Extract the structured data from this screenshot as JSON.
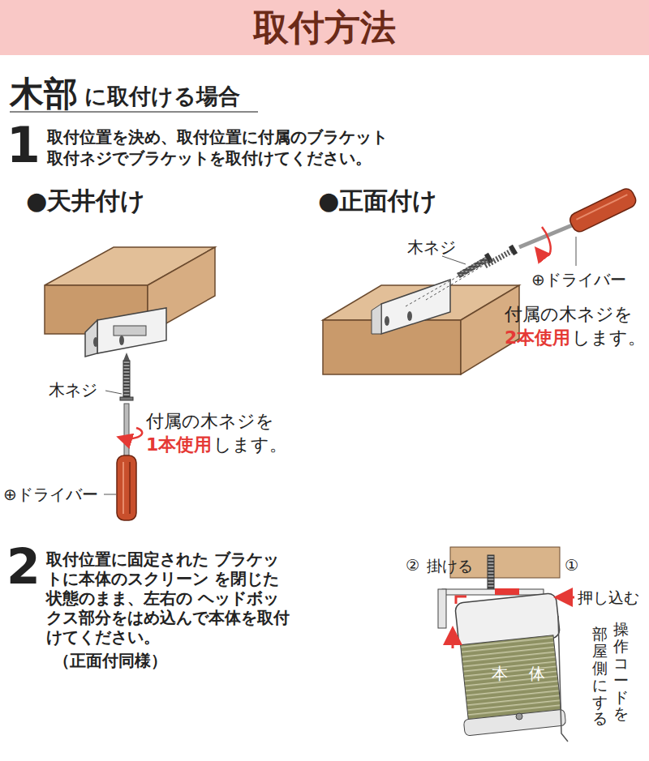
{
  "diagram": {
    "title": "取付方法",
    "labels": [
      "木部",
      "に取付ける場合",
      "1",
      "取付位置を決め、取付位置に付属のブラケット 取付ネジでブラケットを取付けてください。",
      "●天井付け",
      "●正面付け",
      "木ネジ",
      "⊕ドライバー",
      "付属の木ネジを",
      "2本使用",
      "します。",
      "木ネジ",
      "付属の木ネジを",
      "1本使用",
      "します。",
      "⊕ドライバー",
      "2",
      "取付位置に固定された ブラケットに本体のスクリーン を閉じた状態のまま、左右の ヘッドボックス部分をはめ込んで本体を取付けてください。",
      "（正面付同様）",
      "②",
      "掛ける",
      "①",
      "押し込む",
      "操作コードを",
      "部屋側にする",
      "本体"
    ]
  }
}
